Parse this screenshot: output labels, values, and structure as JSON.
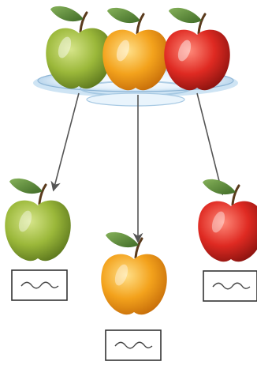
{
  "colors": {
    "green_apple": "#9bb83a",
    "orange_apple": "#f3a21c",
    "red_apple": "#df2a22",
    "leaf": "#5d8a3a",
    "stem": "#5a3a1c",
    "plate": "#cfe6f7",
    "arrow": "#555555",
    "label_border": "#333333"
  },
  "top_group": {
    "apples": [
      "green-apple",
      "orange-apple",
      "red-apple"
    ],
    "container": "plate"
  },
  "outputs": [
    {
      "apple": "green-apple",
      "label_icon": "squiggle-icon"
    },
    {
      "apple": "orange-apple",
      "label_icon": "squiggle-icon"
    },
    {
      "apple": "red-apple",
      "label_icon": "squiggle-icon"
    }
  ]
}
